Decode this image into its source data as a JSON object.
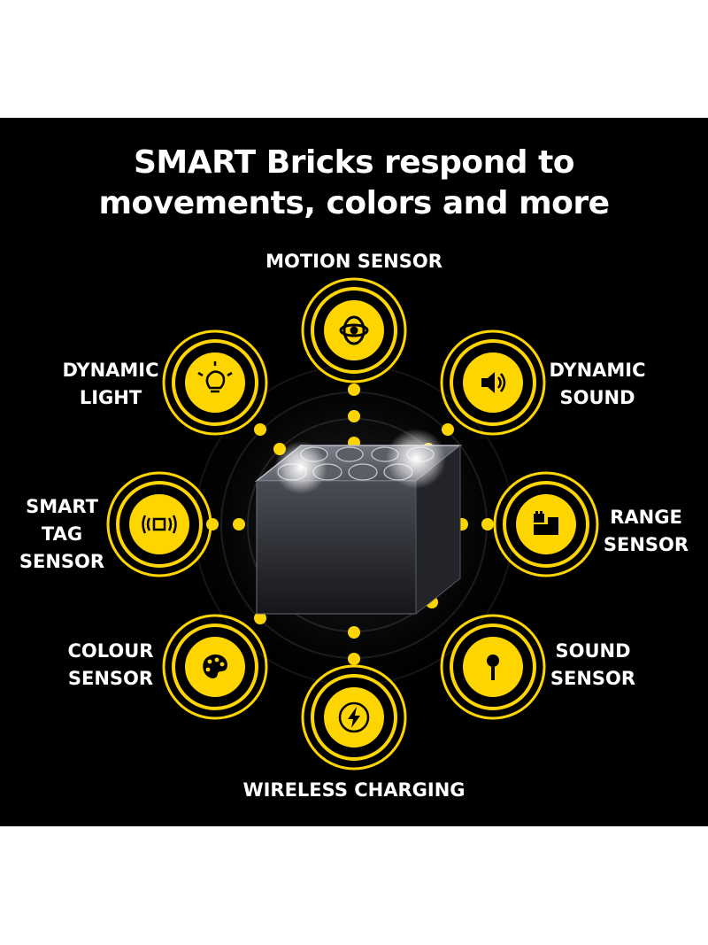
{
  "headline": {
    "line1": "SMART Bricks respond to",
    "line2": "movements, colors and more"
  },
  "features": {
    "motion_sensor": {
      "label": "MOTION SENSOR",
      "icon": "motion-icon"
    },
    "dynamic_light": {
      "line1": "DYNAMIC",
      "line2": "LIGHT",
      "icon": "lightbulb-icon"
    },
    "dynamic_sound": {
      "line1": "DYNAMIC",
      "line2": "SOUND",
      "icon": "speaker-icon"
    },
    "smart_tag_sensor": {
      "line1": "SMART",
      "line2": "TAG",
      "line3": "SENSOR",
      "icon": "tag-reader-icon"
    },
    "range_sensor": {
      "line1": "RANGE",
      "line2": "SENSOR",
      "icon": "range-bricks-icon"
    },
    "colour_sensor": {
      "line1": "COLOUR",
      "line2": "SENSOR",
      "icon": "palette-icon"
    },
    "sound_sensor": {
      "line1": "SOUND",
      "line2": "SENSOR",
      "icon": "microphone-icon"
    },
    "wireless_charging": {
      "label": "WIRELESS CHARGING",
      "icon": "lightning-bolt-icon"
    }
  },
  "colors": {
    "background": "#000000",
    "accent": "#ffd500",
    "text": "#ffffff"
  }
}
